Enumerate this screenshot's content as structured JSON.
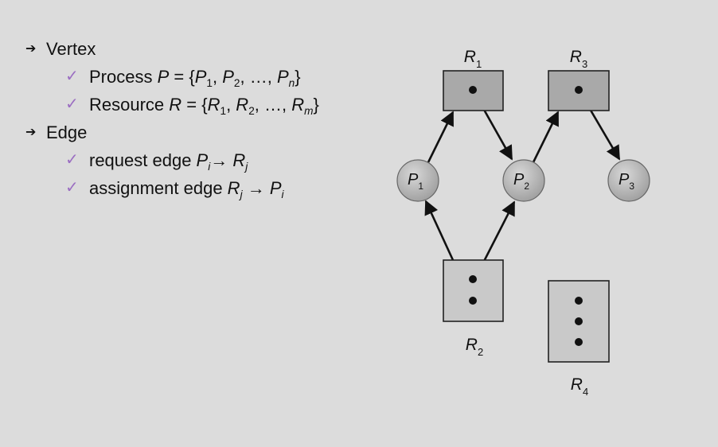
{
  "bullets": {
    "vertex": {
      "title": "Vertex",
      "process": {
        "pre": "Process ",
        "set_var": "P",
        "eq": " = {",
        "items": [
          "P",
          "P",
          "P"
        ],
        "subs": [
          "1",
          "2",
          "n"
        ],
        "sep": ", ",
        "ellipsis": "…",
        "close": "}"
      },
      "resource": {
        "pre": "Resource ",
        "set_var": "R",
        "eq": " = {",
        "items": [
          "R",
          "R",
          "R"
        ],
        "subs": [
          "1",
          "2",
          "m"
        ],
        "sep": ", ",
        "ellipsis": "…",
        "close": "}"
      }
    },
    "edge": {
      "title": "Edge",
      "request": {
        "text": "request edge ",
        "from": "P",
        "from_sub": "i",
        "arrow": "→",
        "to": "R",
        "to_sub": "j"
      },
      "assignment": {
        "text": "assignment edge ",
        "from": "R",
        "from_sub": "j",
        "arrow": "→",
        "to": "P",
        "to_sub": "i"
      }
    }
  },
  "graph": {
    "processes": [
      {
        "id": "P1",
        "label": "P",
        "sub": "1"
      },
      {
        "id": "P2",
        "label": "P",
        "sub": "2"
      },
      {
        "id": "P3",
        "label": "P",
        "sub": "3"
      }
    ],
    "resources": [
      {
        "id": "R1",
        "label": "R",
        "sub": "1",
        "instances": 1
      },
      {
        "id": "R2",
        "label": "R",
        "sub": "2",
        "instances": 2
      },
      {
        "id": "R3",
        "label": "R",
        "sub": "3",
        "instances": 1
      },
      {
        "id": "R4",
        "label": "R",
        "sub": "4",
        "instances": 3
      }
    ],
    "edges": [
      {
        "from": "P1",
        "to": "R1",
        "kind": "request"
      },
      {
        "from": "R1",
        "to": "P2",
        "kind": "assignment"
      },
      {
        "from": "P2",
        "to": "R3",
        "kind": "request"
      },
      {
        "from": "R3",
        "to": "P3",
        "kind": "assignment"
      },
      {
        "from": "R2",
        "to": "P1",
        "kind": "assignment"
      },
      {
        "from": "R2",
        "to": "P2",
        "kind": "assignment"
      }
    ]
  }
}
